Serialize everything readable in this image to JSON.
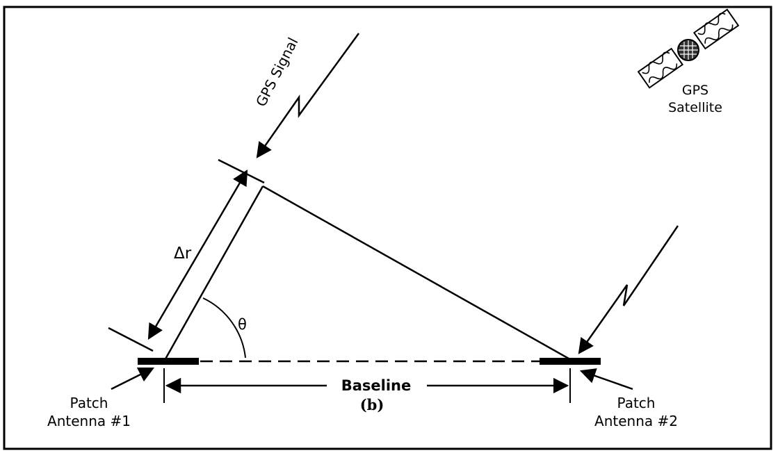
{
  "labels": {
    "gps_signal": "GPS Signal",
    "gps_satellite_line1": "GPS",
    "gps_satellite_line2": "Satellite",
    "delta_r": "Δr",
    "theta": "θ",
    "baseline": "Baseline",
    "panel_letter": "(b)",
    "patch1_line1": "Patch",
    "patch1_line2": "Antenna #1",
    "patch2_line1": "Patch",
    "patch2_line2": "Antenna #2"
  },
  "colors": {
    "ink": "#000000",
    "background": "#ffffff"
  }
}
